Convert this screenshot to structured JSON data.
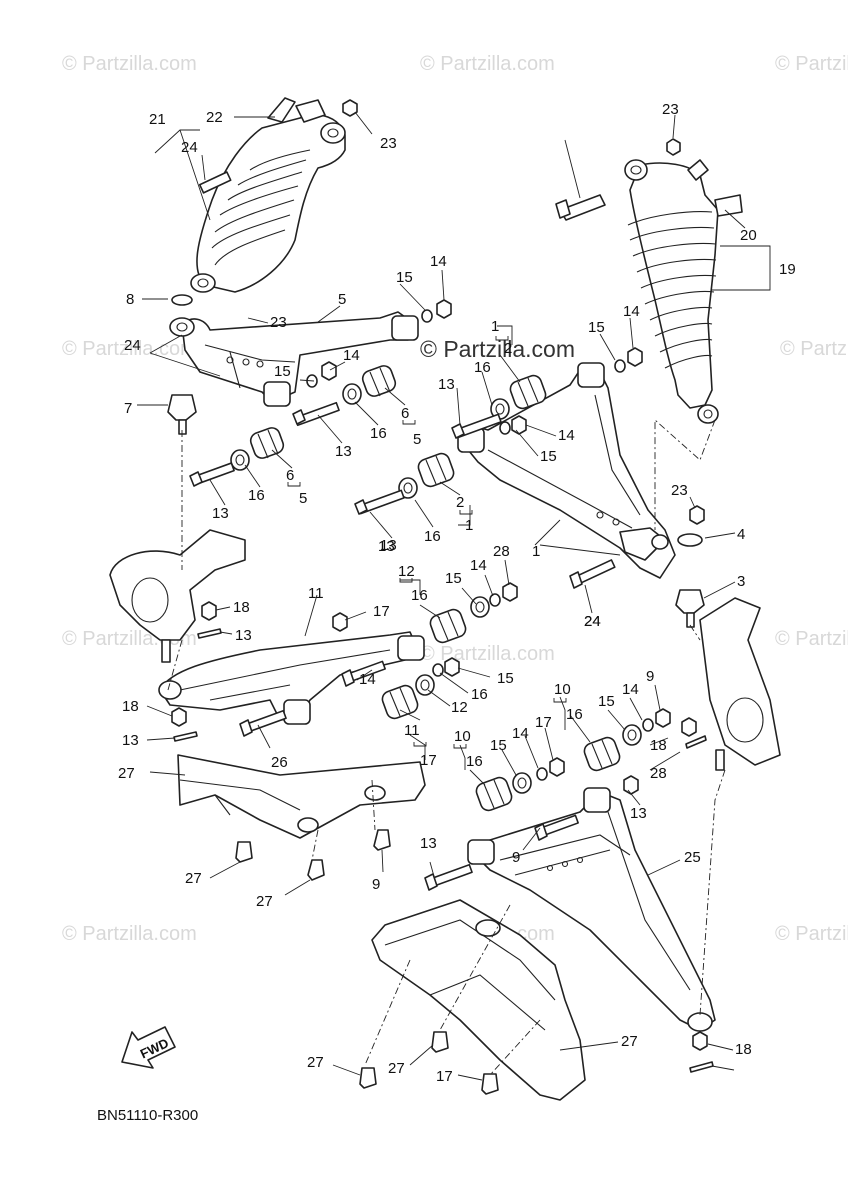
{
  "watermark": {
    "text": "© Partzilla.com",
    "center_text": "© Partzilla.com"
  },
  "diagram_code": "BN51110-R300",
  "fwd_label": "FWD",
  "callouts": [
    "21",
    "22",
    "23",
    "24",
    "8",
    "15",
    "14",
    "5",
    "23",
    "24",
    "7",
    "15",
    "14",
    "13",
    "16",
    "6",
    "5",
    "13",
    "16",
    "6",
    "5",
    "13",
    "24",
    "23",
    "20",
    "19",
    "1",
    "2",
    "15",
    "14",
    "13",
    "16",
    "14",
    "15",
    "2",
    "1",
    "13",
    "16",
    "1",
    "23",
    "4",
    "3",
    "24",
    "11",
    "12",
    "16",
    "15",
    "14",
    "28",
    "17",
    "18",
    "13",
    "14",
    "15",
    "16",
    "12",
    "11",
    "17",
    "18",
    "13",
    "26",
    "27",
    "27",
    "27",
    "9",
    "10",
    "16",
    "15",
    "14",
    "9",
    "10",
    "16",
    "15",
    "14",
    "17",
    "18",
    "28",
    "13",
    "13",
    "9",
    "25",
    "27",
    "27",
    "27",
    "17",
    "18"
  ]
}
